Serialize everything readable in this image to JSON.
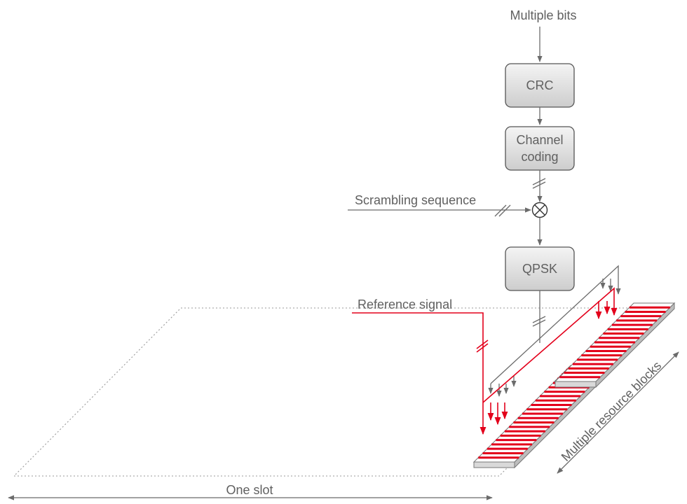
{
  "labels": {
    "input": "Multiple bits",
    "crc": "CRC",
    "channel_coding_line1": "Channel",
    "channel_coding_line2": "coding",
    "scrambling": "Scrambling sequence",
    "qpsk": "QPSK",
    "reference": "Reference signal",
    "resource_blocks": "Multiple resource blocks",
    "slot": "One slot"
  },
  "colors": {
    "line": "#6b6b6b",
    "reference": "#e3001b",
    "block_fill_top": "#f2f2f2",
    "block_fill_bottom": "#cfcfcf",
    "text": "#606060"
  }
}
